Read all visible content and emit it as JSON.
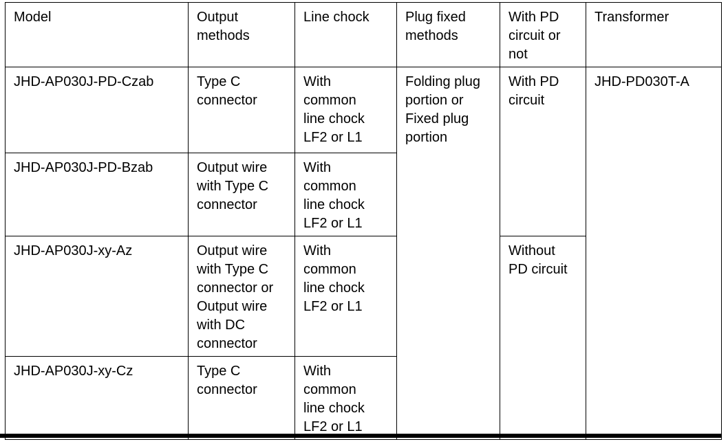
{
  "page": {
    "background": "#ffffff",
    "text_color": "#000000",
    "border_color": "#000000"
  },
  "table": {
    "columns": [
      {
        "id": "model",
        "label": "Model"
      },
      {
        "id": "output_methods",
        "label": "Output\nmethods"
      },
      {
        "id": "line_chock",
        "label": "Line chock"
      },
      {
        "id": "plug_fixed_methods",
        "label": "Plug fixed\nmethods"
      },
      {
        "id": "pd_circuit",
        "label": "With PD\ncircuit or\nnot"
      },
      {
        "id": "transformer",
        "label": "Transformer"
      }
    ],
    "rows": [
      {
        "model": "JHD-AP030J-PD-Czab",
        "output_methods": "Type C\nconnector",
        "line_chock": "With\ncommon\nline chock\nLF2 or L1"
      },
      {
        "model": "JHD-AP030J-PD-Bzab",
        "output_methods": "Output wire\nwith Type C\nconnector",
        "line_chock": "With\ncommon\nline chock\nLF2 or L1"
      },
      {
        "model": "JHD-AP030J-xy-Az",
        "output_methods": "Output wire\nwith Type C\nconnector or\nOutput wire\nwith DC\nconnector",
        "line_chock": "With\ncommon\nline chock\nLF2 or L1"
      },
      {
        "model": "JHD-AP030J-xy-Cz",
        "output_methods": "Type C\nconnector",
        "line_chock": "With\ncommon\nline chock\nLF2 or L1"
      }
    ],
    "merged_cells": {
      "plug_fixed_methods": "Folding plug\nportion or\nFixed plug\nportion",
      "pd_with": "With PD\ncircuit",
      "pd_without": "Without\nPD circuit",
      "transformer": "JHD-PD030T-A"
    }
  }
}
